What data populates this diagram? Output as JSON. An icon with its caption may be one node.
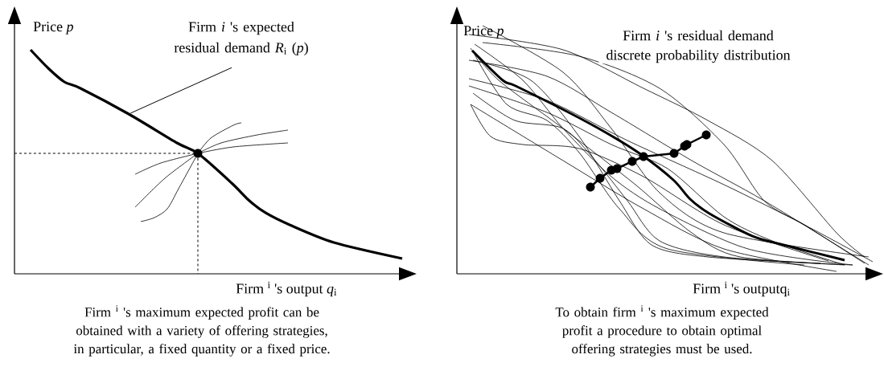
{
  "diagram": {
    "nodes": [
      {
        "text": [
          "Firm *i* 's expected residual demand *R*$_{i}$ (*p*)"
        ]
      },
      {
        "text": [],
        "shape": "curve"
      }
    ],
    "edges": [
      {
        "from": 0,
        "to": 1,
        "arrow": "none"
      }
    ],
    "labels": [
      "Price *p*",
      "Firm $^{i}$ 's output *q*$_{i}$",
      "Price *p*",
      "Firm *i* 's residual demand discrete probability distribution",
      "Firm $^{i}$ 's outputq$_{i}$",
      "Firm $^{i}$ 's maximum expected profit can be obtained with a variety of offering strategies, in particular, a fixed quantity or a fixed price.",
      "To obtain firm $^{i}$ 's maximum expected profit a procedure to obtain optimal offering strategies must be used."
    ]
  }
}
